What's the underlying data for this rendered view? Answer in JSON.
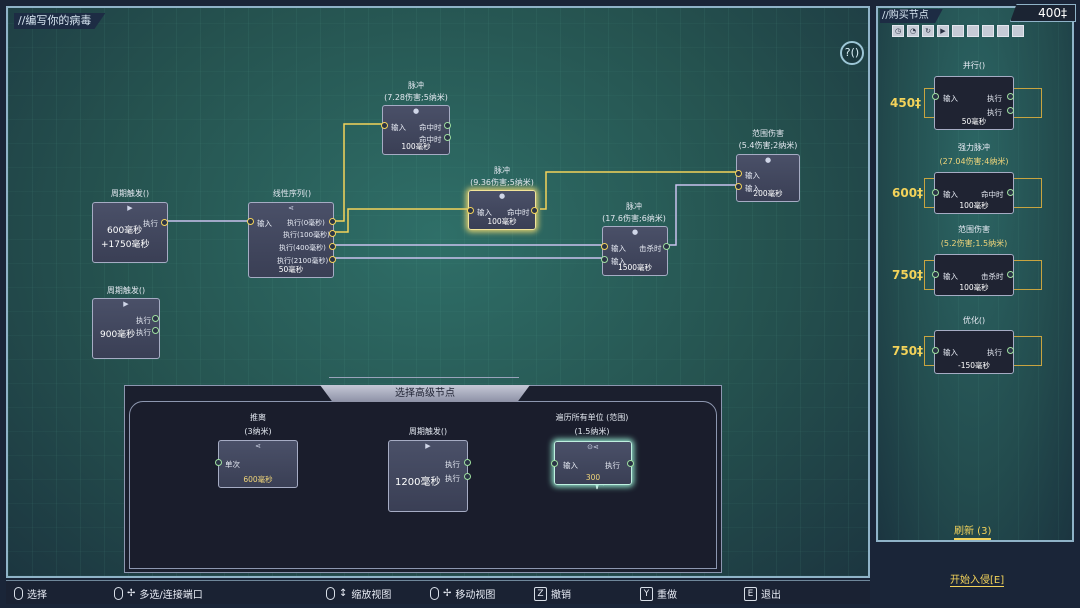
{
  "editor": {
    "tab_label": "//编写你的病毒",
    "help_label": "?()"
  },
  "nodes": {
    "timer1": {
      "title": "周期触发()",
      "line1": "600毫秒",
      "line2": "+1750毫秒",
      "out": "执行"
    },
    "timer2": {
      "title": "周期触发()",
      "line1": "900毫秒",
      "out1": "执行",
      "out2": "执行"
    },
    "seq": {
      "title": "线性序列()",
      "in": "输入",
      "outs": [
        "执行(0毫秒)",
        "执行(100毫秒)",
        "执行(400毫秒)",
        "执行(2100毫秒)"
      ],
      "ms": "50毫秒"
    },
    "pulse1": {
      "title": "脉冲",
      "sub": "(7.28伤害;5纳米)",
      "in": "输入",
      "out1": "命中时",
      "out2": "命中时",
      "ms": "100毫秒"
    },
    "pulse2": {
      "title": "脉冲",
      "sub": "(9.36伤害;5纳米)",
      "in": "输入",
      "out": "命中时",
      "ms": "100毫秒"
    },
    "pulse3": {
      "title": "脉冲",
      "sub": "(17.6伤害;6纳米)",
      "in1": "输入",
      "in2": "输入",
      "out": "击杀时",
      "ms": "1500毫秒"
    },
    "area": {
      "title": "范围伤害",
      "sub": "(5.4伤害;2纳米)",
      "in1": "输入",
      "in2": "输入",
      "ms": "200毫秒"
    }
  },
  "popup": {
    "title": "选择高级节点",
    "push": {
      "title": "推离",
      "sub": "(3纳米)",
      "port": "单次",
      "ms": "600毫秒"
    },
    "timer": {
      "title": "周期触发()",
      "value": "1200毫秒",
      "out1": "执行",
      "out2": "执行"
    },
    "foreach": {
      "title": "遍历所有单位 (范围)",
      "sub": "(1.5纳米)",
      "in": "输入",
      "out": "执行",
      "ms": "300"
    }
  },
  "shop": {
    "tab_label": "//购买节点",
    "money": "400‡",
    "toolbar_icons": [
      "clock-icon",
      "timer-icon",
      "loop-icon",
      "play-icon",
      "slot-icon",
      "slot-icon",
      "slot-icon",
      "slot-icon",
      "slot-icon"
    ],
    "items": [
      {
        "name": "并行()",
        "desc": "",
        "price": "450‡",
        "in": "输入",
        "out1": "执行",
        "out2": "执行",
        "ms": "50毫秒"
      },
      {
        "name": "强力脉冲",
        "desc": "(27.04伤害;4纳米)",
        "price": "600‡",
        "in": "输入",
        "out1": "命中时",
        "out2": "",
        "ms": "100毫秒"
      },
      {
        "name": "范围伤害",
        "desc": "(5.2伤害;1.5纳米)",
        "price": "750‡",
        "in": "输入",
        "out1": "击杀时",
        "out2": "",
        "ms": "100毫秒"
      },
      {
        "name": "优化()",
        "desc": "",
        "price": "750‡",
        "in": "输入",
        "out1": "执行",
        "out2": "",
        "ms": "-150毫秒"
      }
    ],
    "refresh_label": "刷新 (3)",
    "start_label": "开始入侵[E]"
  },
  "controls": [
    {
      "key": "",
      "label": "选择"
    },
    {
      "key": "",
      "label": "多选/连接端口"
    },
    {
      "key": "",
      "label": "缩放视图"
    },
    {
      "key": "",
      "label": "移动视图"
    },
    {
      "key": "Z",
      "label": "撤销"
    },
    {
      "key": "Y",
      "label": "重做"
    },
    {
      "key": "E",
      "label": "退出"
    }
  ],
  "colors": {
    "wire_yellow": "#f3d35a",
    "wire_purple": "#c9c2ee",
    "port_green": "#9fe0a0",
    "price_gold": "#f3d35a"
  }
}
